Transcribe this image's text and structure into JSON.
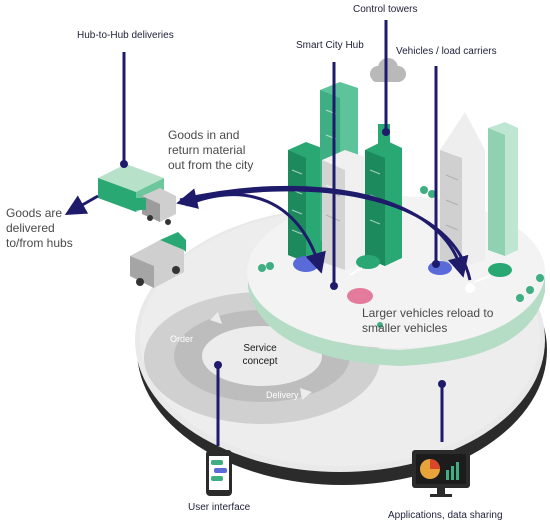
{
  "labels": {
    "hub_to_hub": "Hub-to-Hub deliveries",
    "control_towers": "Control towers",
    "smart_city_hub": "Smart City Hub",
    "vehicles": "Vehicles / load carriers",
    "goods_in": "Goods in and return material out from the city",
    "goods_delivered": "Goods are delivered to/from hubs",
    "larger_vehicles": "Larger vehicles reload to smaller vehicles",
    "order": "Order",
    "delivery": "Delivery",
    "service_concept": "Service concept",
    "user_interface": "User interface",
    "applications": "Applications, data sharing"
  },
  "colors": {
    "accent_navy": "#1f1b6b",
    "green": "#2aa874",
    "light_green": "#c8e6d6",
    "platform_grey": "#e6e6e6",
    "dark_ring": "#2b2b2b"
  },
  "icons": [
    "cloud-icon",
    "phone-icon",
    "monitor-icon",
    "truck-icon",
    "car-icon",
    "tree-icon",
    "building-icon"
  ]
}
